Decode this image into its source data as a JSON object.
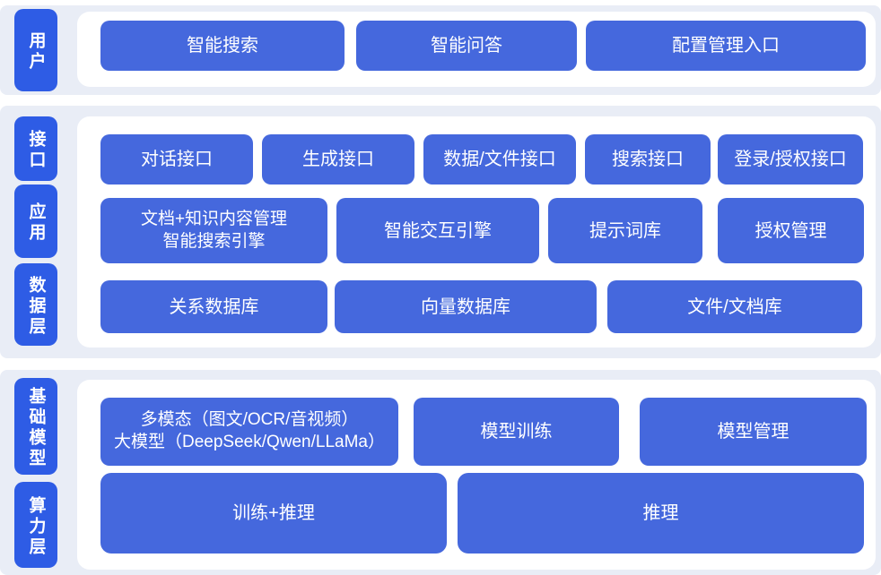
{
  "colors": {
    "block_blue": "#4568dd",
    "layer_label_blue": "#2e5ce5",
    "band_background": "#e9edf6",
    "panel_background": "#ffffff",
    "text_white": "#ffffff"
  },
  "sections": [
    {
      "name": "user-layer",
      "layer_labels": [
        {
          "text": "用户"
        }
      ],
      "rows": [
        {
          "blocks": [
            {
              "label": "智能搜索"
            },
            {
              "label": "智能问答"
            },
            {
              "label": "配置管理入口"
            }
          ]
        }
      ]
    },
    {
      "name": "interface-application-data-layers",
      "layer_labels": [
        {
          "text": "接口"
        },
        {
          "text": "应用"
        },
        {
          "text": "数据层"
        }
      ],
      "rows": [
        {
          "blocks": [
            {
              "label": "对话接口"
            },
            {
              "label": "生成接口"
            },
            {
              "label": "数据/文件接口"
            },
            {
              "label": "搜索接口"
            },
            {
              "label": "登录/授权接口"
            }
          ]
        },
        {
          "blocks": [
            {
              "label": "文档+知识内容管理",
              "label2": "智能搜索引擎"
            },
            {
              "label": "智能交互引擎"
            },
            {
              "label": "提示词库"
            },
            {
              "label": "授权管理"
            }
          ]
        },
        {
          "blocks": [
            {
              "label": "关系数据库"
            },
            {
              "label": "向量数据库"
            },
            {
              "label": "文件/文档库"
            }
          ]
        }
      ]
    },
    {
      "name": "foundation-model-compute-layers",
      "layer_labels": [
        {
          "text": "基础模型"
        },
        {
          "text": "算力层"
        }
      ],
      "rows": [
        {
          "blocks": [
            {
              "label": "多模态（图文/OCR/音视频）",
              "label2": "大模型（DeepSeek/Qwen/LLaMa）"
            },
            {
              "label": "模型训练"
            },
            {
              "label": "模型管理"
            }
          ]
        },
        {
          "blocks": [
            {
              "label": "训练+推理"
            },
            {
              "label": "推理"
            }
          ]
        }
      ]
    }
  ]
}
